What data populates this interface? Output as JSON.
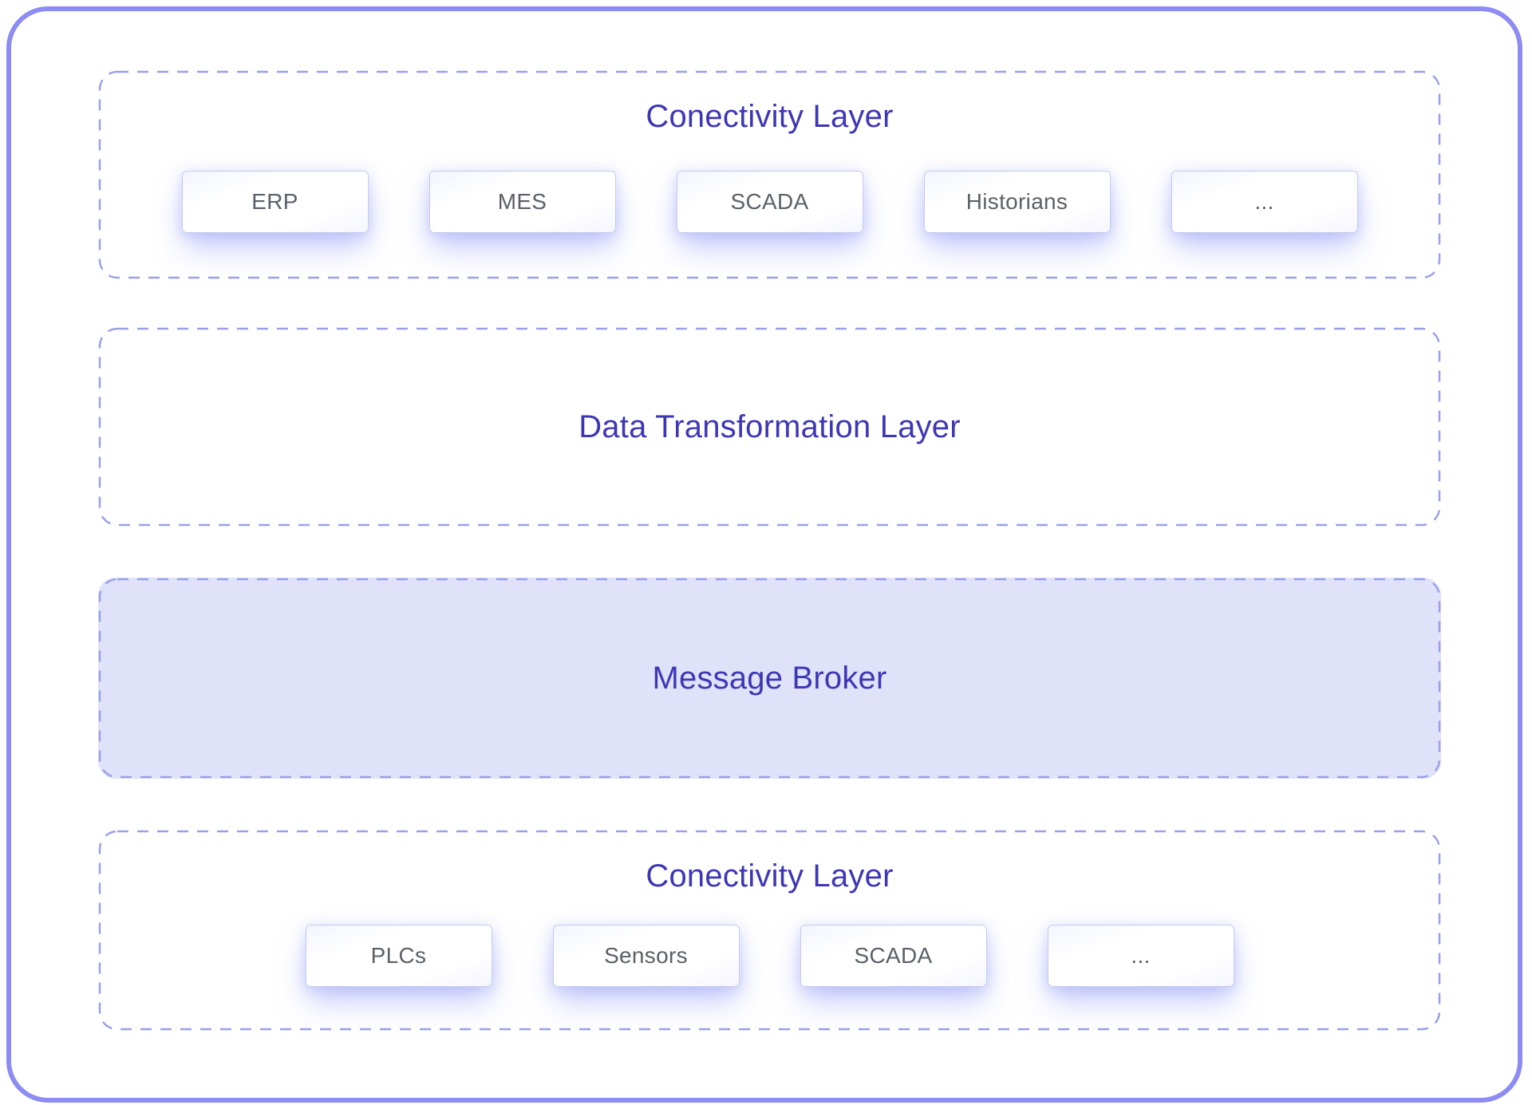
{
  "theme": {
    "card_border": "#8d8cf2",
    "dash": "#9aa0e9",
    "title_text": "#3e37b5",
    "box_text": "#5b6068",
    "broker_fill": "#dfe2f8",
    "box_border": "#c6cbee"
  },
  "diagram": {
    "sections": [
      {
        "id": "connectivity-top",
        "title": "Conectivity Layer",
        "items": [
          "ERP",
          "MES",
          "SCADA",
          "Historians",
          "..."
        ]
      },
      {
        "id": "data-transformation",
        "title": "Data Transformation Layer",
        "items": []
      },
      {
        "id": "message-broker",
        "title": "Message Broker",
        "items": [],
        "filled": true
      },
      {
        "id": "connectivity-bottom",
        "title": "Conectivity Layer",
        "items": [
          "PLCs",
          "Sensors",
          "SCADA",
          "..."
        ]
      }
    ]
  }
}
